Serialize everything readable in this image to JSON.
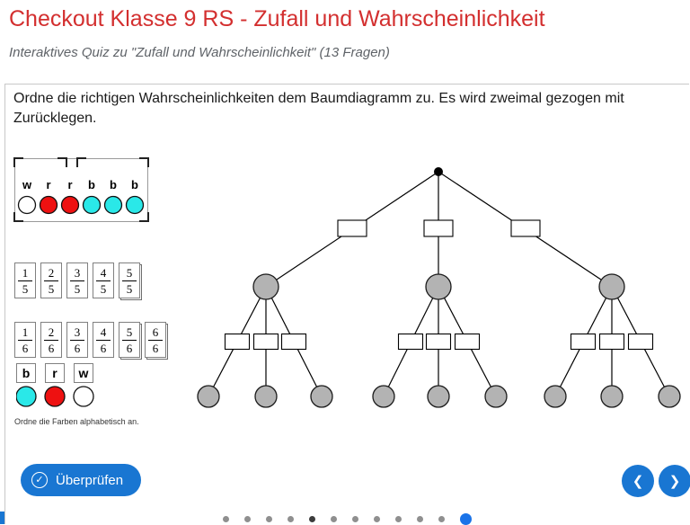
{
  "header": {
    "title": "Checkout Klasse 9 RS - Zufall und Wahrscheinlichkeit",
    "subtitle": "Interaktives Quiz zu \"Zufall und Wahrscheinlichkeit\" (13 Fragen)"
  },
  "question": "Ordne die richtigen Wahrscheinlichkeiten dem Baumdiagramm zu. Es wird zweimal gezogen mit Zurücklegen.",
  "urn": {
    "labels": [
      "w",
      "r",
      "r",
      "b",
      "b",
      "b"
    ],
    "colors": [
      "#ffffff",
      "#ee1111",
      "#ee1111",
      "#2ae8e8",
      "#2ae8e8",
      "#2ae8e8"
    ]
  },
  "fifths": [
    {
      "n": "1",
      "d": "5"
    },
    {
      "n": "2",
      "d": "5"
    },
    {
      "n": "3",
      "d": "5"
    },
    {
      "n": "4",
      "d": "5"
    },
    {
      "n": "5",
      "d": "5"
    }
  ],
  "sixths": [
    {
      "n": "1",
      "d": "6"
    },
    {
      "n": "2",
      "d": "6"
    },
    {
      "n": "3",
      "d": "6"
    },
    {
      "n": "4",
      "d": "6"
    },
    {
      "n": "5",
      "d": "6"
    },
    {
      "n": "6",
      "d": "6"
    }
  ],
  "color_tiles": {
    "letters": [
      "b",
      "r",
      "w"
    ],
    "colors": [
      "#2ae8e8",
      "#ee1111",
      "#ffffff"
    ]
  },
  "hint": "Ordne die Farben alphabetisch an.",
  "check_button": {
    "label": "Überprüfen",
    "icon_glyph": "✓"
  },
  "nav": {
    "prev_icon": "❮",
    "next_icon": "❯"
  },
  "pagination": {
    "dot_count": 12,
    "active_dot": 5,
    "last_dot": "large-blue-current"
  },
  "tree": {
    "levels": 2,
    "branches_per_node": 3,
    "node_fill": "#b3b3b3",
    "empty_drop_zones_level1": 3,
    "empty_drop_zones_level2": 9
  },
  "colors": {
    "title_red": "#d32f2f",
    "primary_blue": "#1976d2"
  }
}
